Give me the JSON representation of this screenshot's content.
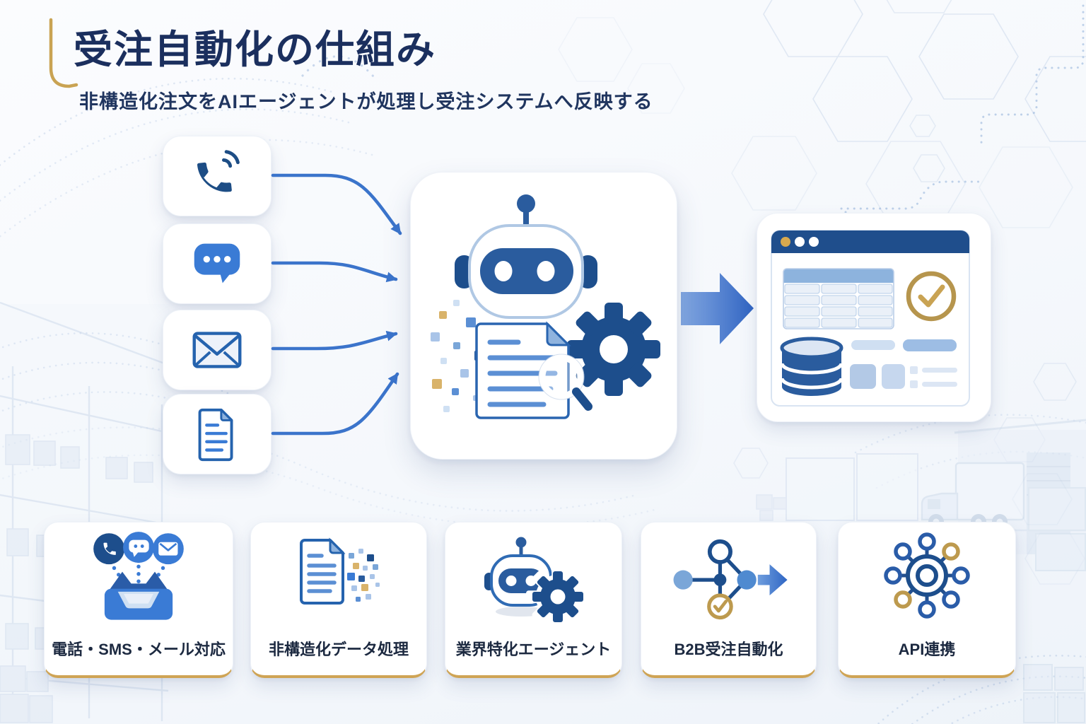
{
  "header": {
    "title": "受注自動化の仕組み",
    "subtitle": "非構造化注文をAIエージェントが処理し受注システムへ反映する"
  },
  "flow": {
    "sources": [
      {
        "name": "phone",
        "icon": "phone-icon"
      },
      {
        "name": "sms-chat",
        "icon": "chat-bubble-icon"
      },
      {
        "name": "email",
        "icon": "envelope-icon"
      },
      {
        "name": "document",
        "icon": "document-icon"
      }
    ],
    "processor": {
      "name": "ai-agent",
      "icon": "robot-gear-document-magnifier-icon"
    },
    "output": {
      "name": "order-system",
      "icon": "browser-table-database-check-icon"
    }
  },
  "features": [
    {
      "label": "電話・SMS・メール対応",
      "icon": "multichannel-inbox-icon"
    },
    {
      "label": "非構造化データ処理",
      "icon": "document-pixels-icon"
    },
    {
      "label": "業界特化エージェント",
      "icon": "robot-gear-icon"
    },
    {
      "label": "B2B受注自動化",
      "icon": "workflow-check-arrow-icon"
    },
    {
      "label": "API連携",
      "icon": "api-hub-icon"
    }
  ],
  "colors": {
    "title_navy": "#1b2f5e",
    "primary_blue": "#3a7bd5",
    "deep_navy": "#1d4e8c",
    "mid_navy": "#2a5c9e",
    "gold_accent": "#c9a353",
    "arrow_blue": "#3b74cb",
    "background": "#f6f8fc"
  }
}
